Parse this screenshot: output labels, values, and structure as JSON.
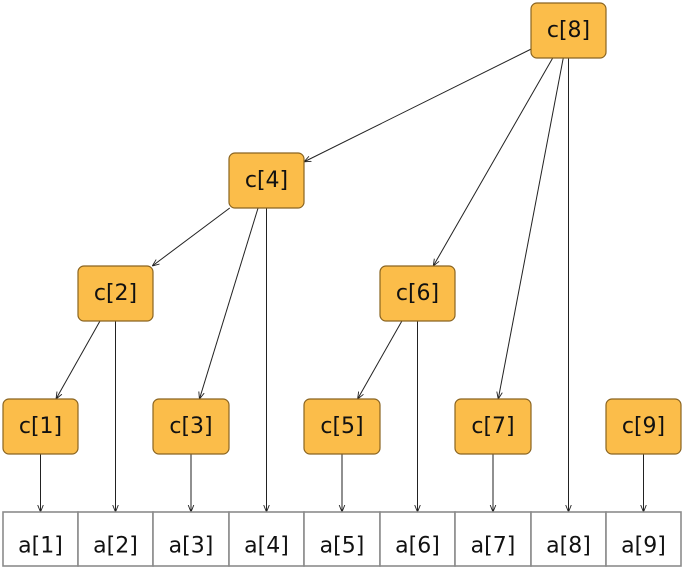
{
  "nodes": {
    "c1": "c[1]",
    "c2": "c[2]",
    "c3": "c[3]",
    "c4": "c[4]",
    "c5": "c[5]",
    "c6": "c[6]",
    "c7": "c[7]",
    "c8": "c[8]",
    "c9": "c[9]"
  },
  "array": [
    "a[1]",
    "a[2]",
    "a[3]",
    "a[4]",
    "a[5]",
    "a[6]",
    "a[7]",
    "a[8]",
    "a[9]"
  ],
  "edges": [
    [
      "c8",
      "c4"
    ],
    [
      "c8",
      "c6"
    ],
    [
      "c8",
      "c7"
    ],
    [
      "c8",
      "a8"
    ],
    [
      "c4",
      "c2"
    ],
    [
      "c4",
      "c3"
    ],
    [
      "c4",
      "a4"
    ],
    [
      "c2",
      "c1"
    ],
    [
      "c2",
      "a2"
    ],
    [
      "c6",
      "c5"
    ],
    [
      "c6",
      "a6"
    ],
    [
      "c1",
      "a1"
    ],
    [
      "c3",
      "a3"
    ],
    [
      "c5",
      "a5"
    ],
    [
      "c7",
      "a7"
    ],
    [
      "c9",
      "a9"
    ]
  ],
  "colors": {
    "node_fill": "#fbbd4a",
    "node_border": "#8a6420",
    "cell_border": "#8c8c8c",
    "edge": "#222222"
  }
}
